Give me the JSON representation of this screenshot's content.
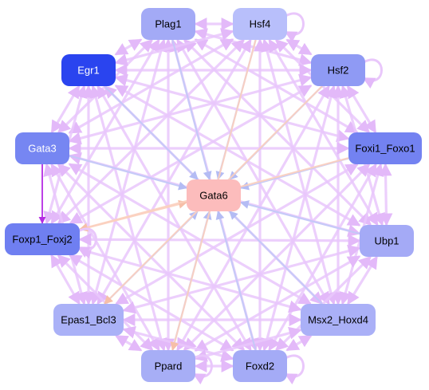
{
  "colors": {
    "edge_default": "#e9c7fb",
    "edge_to_center": "#c2c9f7",
    "edge_peach": "#fbcfbe",
    "edge_purple": "#b52be3",
    "center_fill": "#fcbcbc"
  },
  "nodes": [
    {
      "id": "Plag1",
      "label": "Plag1",
      "fill": "#a3aaf6",
      "text": "#000000"
    },
    {
      "id": "Hsf4",
      "label": "Hsf4",
      "fill": "#b8bffb",
      "text": "#000000"
    },
    {
      "id": "Egr1",
      "label": "Egr1",
      "fill": "#2a44ef",
      "text": "#ffffff"
    },
    {
      "id": "Hsf2",
      "label": "Hsf2",
      "fill": "#8f9af4",
      "text": "#000000"
    },
    {
      "id": "Gata3",
      "label": "Gata3",
      "fill": "#7686f2",
      "text": "#ffffff"
    },
    {
      "id": "Foxi1_Foxo1",
      "label": "Foxi1_Foxo1",
      "fill": "#7382f1",
      "text": "#000000"
    },
    {
      "id": "Gata6",
      "label": "Gata6",
      "fill": "#fcbcbc",
      "text": "#000000"
    },
    {
      "id": "Foxp1_Foxj2",
      "label": "Foxp1_Foxj2",
      "fill": "#6f7ff1",
      "text": "#000000"
    },
    {
      "id": "Ubp1",
      "label": "Ubp1",
      "fill": "#a4aaf6",
      "text": "#000000"
    },
    {
      "id": "Epas1_Bcl3",
      "label": "Epas1_Bcl3",
      "fill": "#aab1f7",
      "text": "#000000"
    },
    {
      "id": "Msx2_Hoxd4",
      "label": "Msx2_Hoxd4",
      "fill": "#aab0f7",
      "text": "#000000"
    },
    {
      "id": "Ppard",
      "label": "Ppard",
      "fill": "#a7aef6",
      "text": "#000000"
    },
    {
      "id": "Foxd2",
      "label": "Foxd2",
      "fill": "#a4abf6",
      "text": "#000000"
    }
  ],
  "edges": [
    {
      "from": "Egr1",
      "to": "Gata6",
      "color": "edge_to_center"
    },
    {
      "from": "Plag1",
      "to": "Gata6",
      "color": "edge_to_center"
    },
    {
      "from": "Hsf4",
      "to": "Gata6",
      "color": "edge_to_center"
    },
    {
      "from": "Hsf2",
      "to": "Gata6",
      "color": "edge_to_center"
    },
    {
      "from": "Gata3",
      "to": "Gata6",
      "color": "edge_to_center"
    },
    {
      "from": "Foxi1_Foxo1",
      "to": "Gata6",
      "color": "edge_to_center"
    },
    {
      "from": "Foxp1_Foxj2",
      "to": "Gata6",
      "color": "edge_peach"
    },
    {
      "from": "Ubp1",
      "to": "Gata6",
      "color": "edge_to_center"
    },
    {
      "from": "Epas1_Bcl3",
      "to": "Gata6",
      "color": "edge_to_center"
    },
    {
      "from": "Msx2_Hoxd4",
      "to": "Gata6",
      "color": "edge_to_center"
    },
    {
      "from": "Ppard",
      "to": "Gata6",
      "color": "edge_to_center"
    },
    {
      "from": "Foxd2",
      "to": "Gata6",
      "color": "edge_to_center"
    },
    {
      "from": "Hsf2",
      "to": "Epas1_Bcl3",
      "color": "edge_peach"
    },
    {
      "from": "Foxi1_Foxo1",
      "to": "Foxp1_Foxj2",
      "color": "edge_peach"
    },
    {
      "from": "Hsf4",
      "to": "Ppard",
      "color": "edge_peach"
    },
    {
      "from": "Gata3",
      "to": "Foxp1_Foxj2",
      "color": "edge_purple"
    },
    {
      "from": "Plag1",
      "to": "Egr1",
      "color": "edge_default"
    },
    {
      "from": "Plag1",
      "to": "Hsf4",
      "color": "edge_default"
    },
    {
      "from": "Plag1",
      "to": "Hsf2",
      "color": "edge_default"
    },
    {
      "from": "Plag1",
      "to": "Gata3",
      "color": "edge_default"
    },
    {
      "from": "Plag1",
      "to": "Foxi1_Foxo1",
      "color": "edge_default"
    },
    {
      "from": "Plag1",
      "to": "Foxp1_Foxj2",
      "color": "edge_default"
    },
    {
      "from": "Plag1",
      "to": "Ubp1",
      "color": "edge_default"
    },
    {
      "from": "Plag1",
      "to": "Epas1_Bcl3",
      "color": "edge_default"
    },
    {
      "from": "Plag1",
      "to": "Msx2_Hoxd4",
      "color": "edge_default"
    },
    {
      "from": "Plag1",
      "to": "Ppard",
      "color": "edge_default"
    },
    {
      "from": "Plag1",
      "to": "Foxd2",
      "color": "edge_default"
    },
    {
      "from": "Hsf4",
      "to": "Egr1",
      "color": "edge_default"
    },
    {
      "from": "Hsf4",
      "to": "Hsf2",
      "color": "edge_default"
    },
    {
      "from": "Hsf4",
      "to": "Gata3",
      "color": "edge_default"
    },
    {
      "from": "Hsf4",
      "to": "Foxi1_Foxo1",
      "color": "edge_default"
    },
    {
      "from": "Hsf4",
      "to": "Foxp1_Foxj2",
      "color": "edge_default"
    },
    {
      "from": "Hsf4",
      "to": "Ubp1",
      "color": "edge_default"
    },
    {
      "from": "Hsf4",
      "to": "Epas1_Bcl3",
      "color": "edge_default"
    },
    {
      "from": "Hsf4",
      "to": "Msx2_Hoxd4",
      "color": "edge_default"
    },
    {
      "from": "Hsf4",
      "to": "Foxd2",
      "color": "edge_default"
    },
    {
      "from": "Egr1",
      "to": "Hsf2",
      "color": "edge_default"
    },
    {
      "from": "Egr1",
      "to": "Gata3",
      "color": "edge_default"
    },
    {
      "from": "Egr1",
      "to": "Foxi1_Foxo1",
      "color": "edge_default"
    },
    {
      "from": "Egr1",
      "to": "Foxp1_Foxj2",
      "color": "edge_default"
    },
    {
      "from": "Egr1",
      "to": "Ubp1",
      "color": "edge_default"
    },
    {
      "from": "Egr1",
      "to": "Epas1_Bcl3",
      "color": "edge_default"
    },
    {
      "from": "Egr1",
      "to": "Msx2_Hoxd4",
      "color": "edge_default"
    },
    {
      "from": "Egr1",
      "to": "Ppard",
      "color": "edge_default"
    },
    {
      "from": "Egr1",
      "to": "Foxd2",
      "color": "edge_default"
    },
    {
      "from": "Hsf2",
      "to": "Gata3",
      "color": "edge_default"
    },
    {
      "from": "Hsf2",
      "to": "Foxi1_Foxo1",
      "color": "edge_default"
    },
    {
      "from": "Hsf2",
      "to": "Foxp1_Foxj2",
      "color": "edge_default"
    },
    {
      "from": "Hsf2",
      "to": "Ubp1",
      "color": "edge_default"
    },
    {
      "from": "Hsf2",
      "to": "Msx2_Hoxd4",
      "color": "edge_default"
    },
    {
      "from": "Hsf2",
      "to": "Ppard",
      "color": "edge_default"
    },
    {
      "from": "Hsf2",
      "to": "Foxd2",
      "color": "edge_default"
    },
    {
      "from": "Gata3",
      "to": "Foxi1_Foxo1",
      "color": "edge_default"
    },
    {
      "from": "Gata3",
      "to": "Ubp1",
      "color": "edge_default"
    },
    {
      "from": "Gata3",
      "to": "Epas1_Bcl3",
      "color": "edge_default"
    },
    {
      "from": "Gata3",
      "to": "Msx2_Hoxd4",
      "color": "edge_default"
    },
    {
      "from": "Gata3",
      "to": "Ppard",
      "color": "edge_default"
    },
    {
      "from": "Gata3",
      "to": "Foxd2",
      "color": "edge_default"
    },
    {
      "from": "Foxi1_Foxo1",
      "to": "Ubp1",
      "color": "edge_default"
    },
    {
      "from": "Foxi1_Foxo1",
      "to": "Epas1_Bcl3",
      "color": "edge_default"
    },
    {
      "from": "Foxi1_Foxo1",
      "to": "Msx2_Hoxd4",
      "color": "edge_default"
    },
    {
      "from": "Foxi1_Foxo1",
      "to": "Ppard",
      "color": "edge_default"
    },
    {
      "from": "Foxi1_Foxo1",
      "to": "Foxd2",
      "color": "edge_default"
    },
    {
      "from": "Foxp1_Foxj2",
      "to": "Ubp1",
      "color": "edge_default"
    },
    {
      "from": "Foxp1_Foxj2",
      "to": "Epas1_Bcl3",
      "color": "edge_default"
    },
    {
      "from": "Foxp1_Foxj2",
      "to": "Msx2_Hoxd4",
      "color": "edge_default"
    },
    {
      "from": "Foxp1_Foxj2",
      "to": "Ppard",
      "color": "edge_default"
    },
    {
      "from": "Foxp1_Foxj2",
      "to": "Foxd2",
      "color": "edge_default"
    },
    {
      "from": "Ubp1",
      "to": "Epas1_Bcl3",
      "color": "edge_default"
    },
    {
      "from": "Ubp1",
      "to": "Msx2_Hoxd4",
      "color": "edge_default"
    },
    {
      "from": "Ubp1",
      "to": "Ppard",
      "color": "edge_default"
    },
    {
      "from": "Ubp1",
      "to": "Foxd2",
      "color": "edge_default"
    },
    {
      "from": "Epas1_Bcl3",
      "to": "Msx2_Hoxd4",
      "color": "edge_default"
    },
    {
      "from": "Epas1_Bcl3",
      "to": "Ppard",
      "color": "edge_default"
    },
    {
      "from": "Epas1_Bcl3",
      "to": "Foxd2",
      "color": "edge_default"
    },
    {
      "from": "Msx2_Hoxd4",
      "to": "Ppard",
      "color": "edge_default"
    },
    {
      "from": "Msx2_Hoxd4",
      "to": "Foxd2",
      "color": "edge_default"
    },
    {
      "from": "Ppard",
      "to": "Foxd2",
      "color": "edge_default"
    }
  ],
  "self_loops": [
    "Hsf4",
    "Hsf2",
    "Foxp1_Foxj2",
    "Ppard",
    "Foxd2"
  ]
}
